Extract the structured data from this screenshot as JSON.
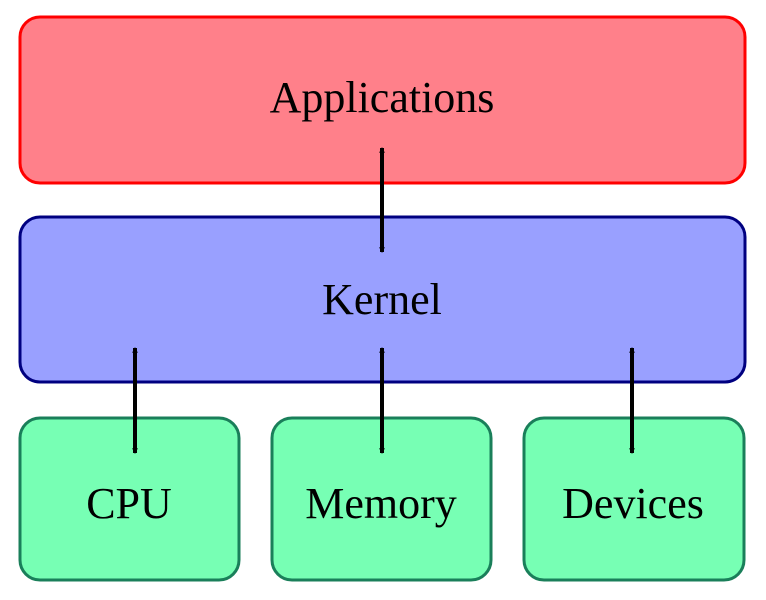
{
  "diagram": {
    "nodes": {
      "applications": {
        "label": "Applications",
        "fill": "#FF808A",
        "stroke": "#FF0000"
      },
      "kernel": {
        "label": "Kernel",
        "fill": "#99A0FF",
        "stroke": "#000080"
      },
      "cpu": {
        "label": "CPU",
        "fill": "#77FFB4",
        "stroke": "#1A7F5A"
      },
      "memory": {
        "label": "Memory",
        "fill": "#77FFB4",
        "stroke": "#1A7F5A"
      },
      "devices": {
        "label": "Devices",
        "fill": "#77FFB4",
        "stroke": "#1A7F5A"
      }
    },
    "edges": [
      {
        "from": "applications",
        "to": "kernel",
        "direction": "both"
      },
      {
        "from": "kernel",
        "to": "cpu",
        "direction": "both"
      },
      {
        "from": "kernel",
        "to": "memory",
        "direction": "both"
      },
      {
        "from": "kernel",
        "to": "devices",
        "direction": "both"
      }
    ]
  }
}
